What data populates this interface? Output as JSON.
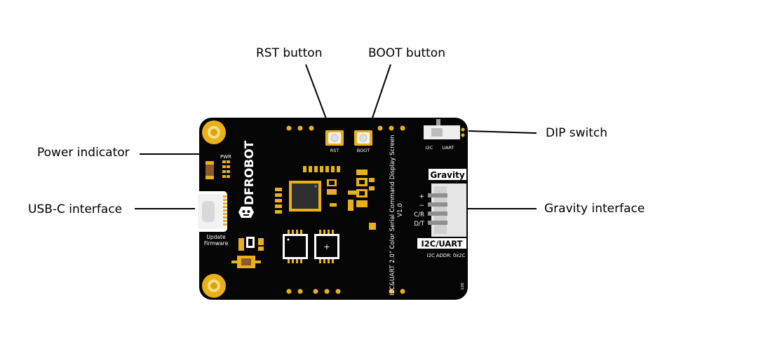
{
  "labels": {
    "rst_button": "RST button",
    "boot_button": "BOOT button",
    "dip_switch": "DIP switch",
    "power_indicator": "Power indicator",
    "usbc_interface": "USB-C interface",
    "gravity_interface": "Gravity interface"
  },
  "board": {
    "brand": "DFROBOT",
    "pwr": "PWR",
    "rst_silk": "RST",
    "boot_silk": "BOOT",
    "i2c_silk": "I2C",
    "uart_silk": "UART",
    "gravity": "Gravity",
    "pin_plus": "+",
    "pin_minus": "−",
    "pin_cr": "C/R",
    "pin_dt": "D/T",
    "i2c_uart": "I2C/UART",
    "i2c_addr": "I2C ADDR: 0x2C",
    "title_line1": "I2C&UART 2.0\" Color Serial Command Display Screen",
    "title_line2": "V1.0",
    "update_line1": "Update",
    "update_line2": "Firmware",
    "chip_plus": "+",
    "small_code": "100"
  },
  "colors": {
    "board": "#050505",
    "gold": "#e9b01a",
    "connector": "#e6e6e6",
    "button": "#f2f2f2"
  }
}
